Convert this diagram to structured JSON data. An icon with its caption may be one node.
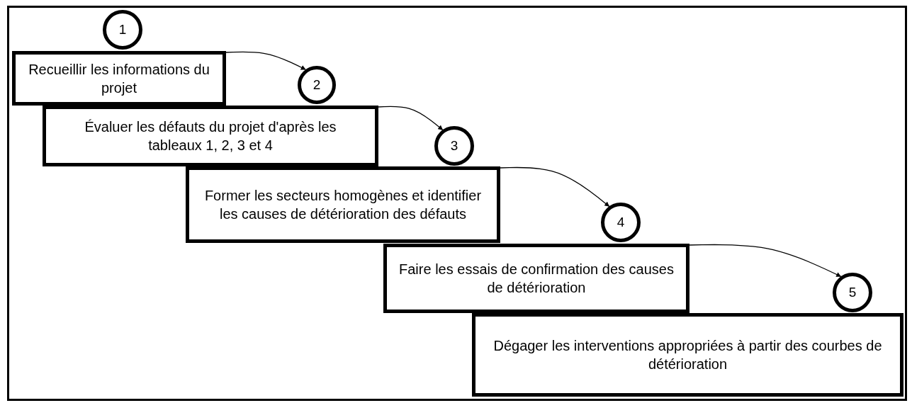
{
  "diagram": {
    "nodes": [
      {
        "text": [
          "1"
        ]
      },
      {
        "text": [
          "Recueillir les informations du projet"
        ]
      },
      {
        "text": [
          "2"
        ]
      },
      {
        "text": [
          "Évaluer les défauts du projet d'après les tableaux 1, 2, 3 et 4"
        ]
      },
      {
        "text": [
          "3"
        ]
      },
      {
        "text": [
          "Former les secteurs homogènes et identifier les causes de détérioration des défauts"
        ]
      },
      {
        "text": [
          "4"
        ]
      },
      {
        "text": [
          "Faire les essais de confirmation des causes de détérioration"
        ]
      },
      {
        "text": [
          "5"
        ]
      },
      {
        "text": [
          "Dégager les interventions appropriées à partir des courbes de détérioration"
        ]
      }
    ],
    "edges": [
      {
        "from": 1,
        "to": 2,
        "arrow": "to"
      },
      {
        "from": 3,
        "to": 4,
        "arrow": "to"
      },
      {
        "from": 5,
        "to": 6,
        "arrow": "to"
      },
      {
        "from": 7,
        "to": 8,
        "arrow": "to"
      }
    ]
  }
}
